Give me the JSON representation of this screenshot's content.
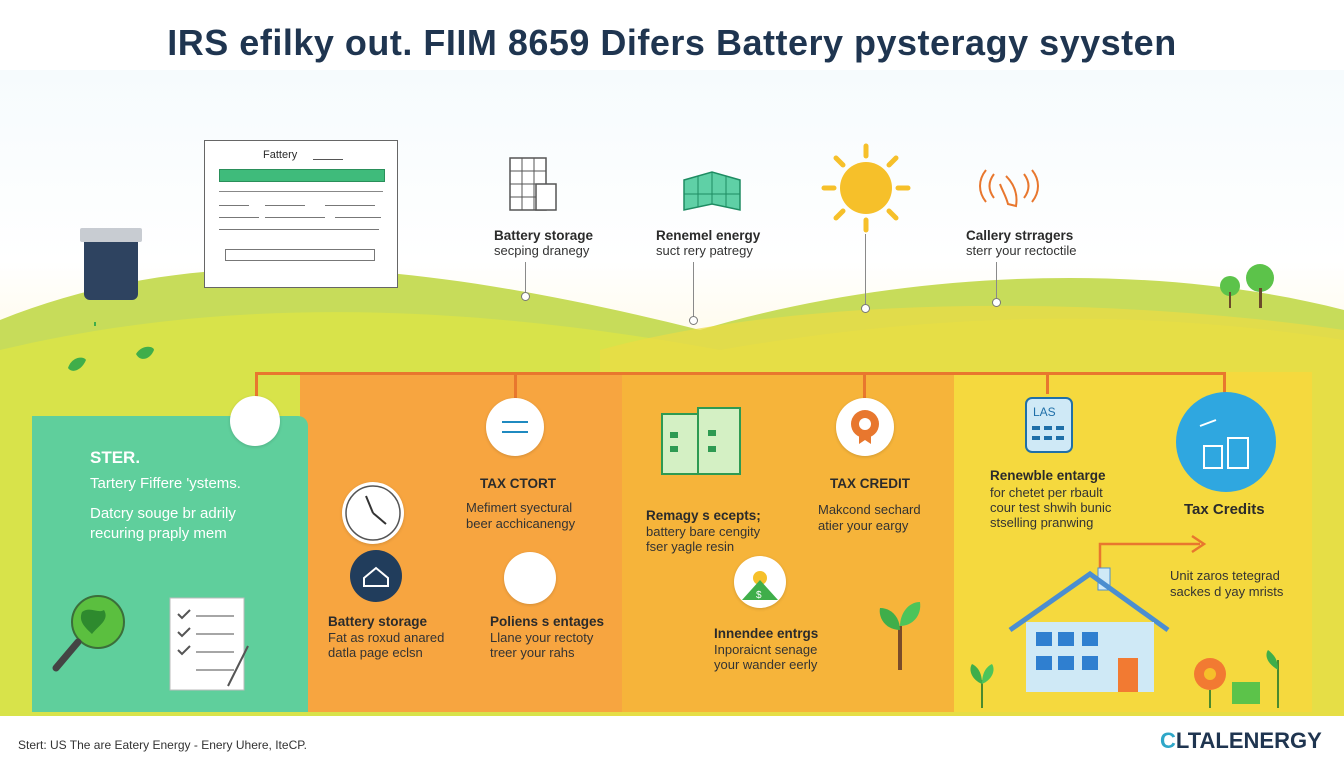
{
  "title": "IRS efilky out. FIIM 8659  Difers Battery pysteragy syysten",
  "form": {
    "label": "Fattery"
  },
  "top_items": [
    {
      "title": "Battery storage",
      "sub": "secping dranegy"
    },
    {
      "title": "Renemel energy",
      "sub": "suct rery patregy"
    },
    {
      "title": "Callery strragers",
      "sub": "sterr your rectoctile"
    }
  ],
  "left_panel": {
    "heading": "STER.",
    "line1": "Tartery Fiffere 'ystems.",
    "line2": "Datcry souge br adrily",
    "line3": "recuring praply mem"
  },
  "orange_panel": {
    "tax_heading": "TAX CTORT",
    "tax_l1": "Mefimert syectural",
    "tax_l2": "beer acchicanengy",
    "battery_title": "Battery storage",
    "battery_l1": "Fat as roxud anared",
    "battery_l2": "datla page eclsn",
    "polien_title": "Poliens s entages",
    "polien_l1": "Llane your rectoty",
    "polien_l2": "treer your rahs"
  },
  "mid_panel": {
    "rem_title": "Remagy s ecepts;",
    "rem_l1": "battery bare cengity",
    "rem_l2": "fser yagle resin",
    "tax_heading": "TAX CREDIT",
    "tax_l1": "Makcond sechard",
    "tax_l2": "atier your eargy",
    "inn_title": "Innendee entrgs",
    "inn_l1": "Inporaicnt senage",
    "inn_l2": "your wander eerly",
    "sun_symbol": "$"
  },
  "right_panel": {
    "las_label": "LAS",
    "ren_title": "Renewble entarge",
    "ren_l1": "for chetet per rbault",
    "ren_l2": "cour test shwih bunic",
    "ren_l3": "stselling pranwing",
    "credits_title": "Tax Credits",
    "unit_l1": "Unit zaros tetegrad",
    "unit_l2": "sackes d yay mrists"
  },
  "footer": {
    "text": "Stert: US The are Eatery Energy - Enery Uhere, IteCP.",
    "brand_prefix": "C",
    "brand_rest": "LTALENERGY"
  },
  "colors": {
    "green_panel": "#5fcf9c",
    "orange_panel": "#f7a540",
    "amber_panel": "#f6b43a",
    "yellow_panel": "#f5d93e",
    "connector": "#e8772e",
    "title": "#1f3550"
  }
}
